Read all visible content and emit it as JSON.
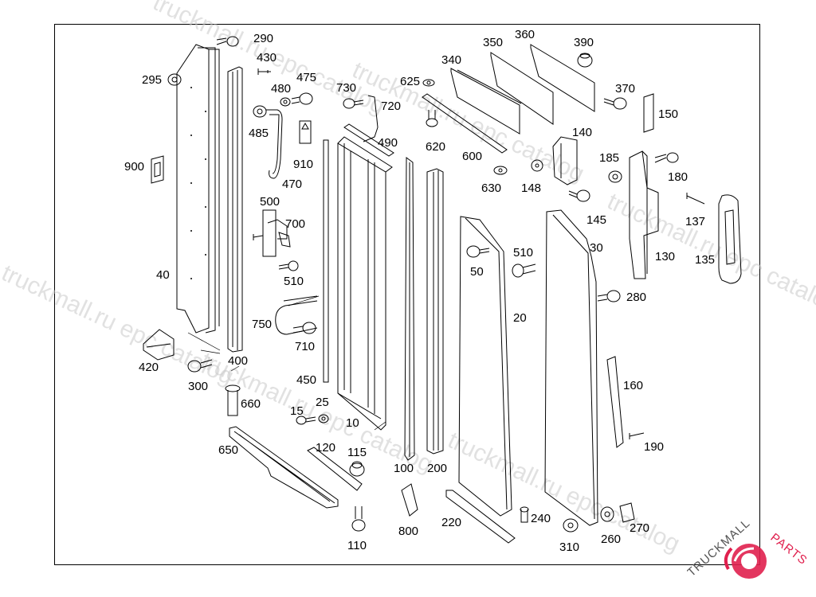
{
  "diagram": {
    "callouts": [
      "10",
      "15",
      "20",
      "25",
      "30",
      "40",
      "50",
      "100",
      "110",
      "115",
      "120",
      "130",
      "135",
      "137",
      "140",
      "145",
      "148",
      "150",
      "160",
      "180",
      "185",
      "190",
      "200",
      "220",
      "240",
      "260",
      "270",
      "280",
      "290",
      "295",
      "300",
      "310",
      "340",
      "350",
      "360",
      "370",
      "390",
      "400",
      "420",
      "430",
      "450",
      "470",
      "475",
      "480",
      "485",
      "490",
      "500",
      "510",
      "600",
      "620",
      "625",
      "630",
      "650",
      "660",
      "700",
      "710",
      "720",
      "730",
      "750",
      "800",
      "900",
      "910"
    ]
  },
  "watermark": {
    "texts": [
      "truckmall.ru epc catalog",
      "truckmall.ru epc catalog",
      "truckmall.ru epc catalog",
      "truckmall.ru epc catalog",
      "truckmall.ru epc catalog",
      "truckmall.ru epc catalog"
    ]
  },
  "brand": {
    "name_part1": "TRUCKMALL",
    "name_part2": "PARTS",
    "colors": {
      "text": "#555555",
      "accent": "#e0204e"
    },
    "icon": "gear-logo-icon"
  }
}
